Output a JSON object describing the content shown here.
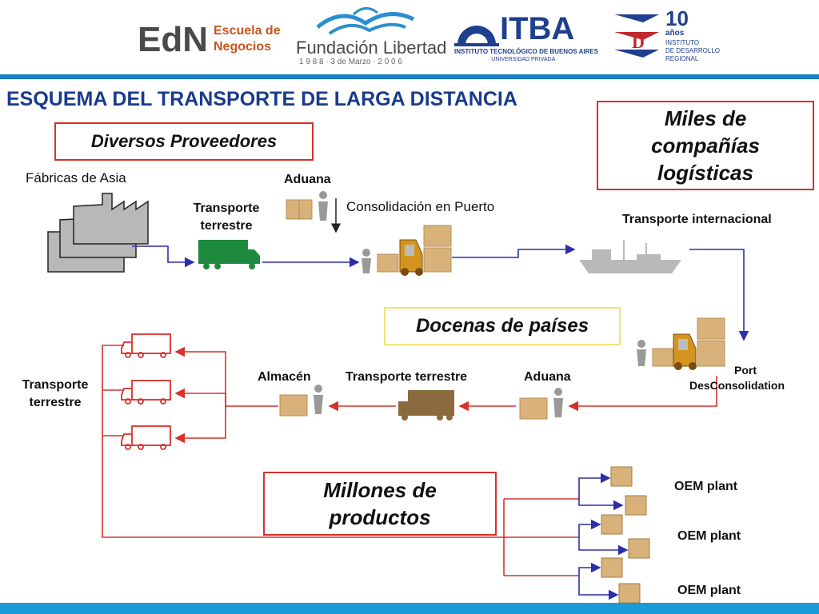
{
  "logos": {
    "edn": {
      "main": "EdN",
      "line1": "Escuela de",
      "line2": "Negocios"
    },
    "fundacion": {
      "name": "Fundación Libertad",
      "date": "1 9 8 8  ·  3 de Marzo  ·  2 0 0 6"
    },
    "itba": {
      "name": "ITBA",
      "subtitle": "INSTITUTO TECNOLÓGICO DE BUENOS AIRES",
      "tagline": "· UNIVERSIDAD PRIVADA ·"
    },
    "idr": {
      "number": "10",
      "years": "años",
      "line1": "INSTITUTO",
      "line2": "DE DESARROLLO",
      "line3": "REGIONAL"
    }
  },
  "title": "ESQUEMA DEL TRANSPORTE DE LARGA DISTANCIA",
  "boxes": {
    "proveedores": "Diversos Proveedores",
    "logisticas": "Miles de compañías logísticas",
    "paises": "Docenas de países",
    "productos": "Millones de productos"
  },
  "labels": {
    "fabricas": "Fábricas de Asia",
    "transporte_terrestre_1": "Transporte terrestre",
    "aduana_1": "Aduana",
    "consolidacion": "Consolidación en Puerto",
    "transporte_internacional": "Transporte internacional",
    "port_line1": "Port",
    "port_line2": "DesConsolidation",
    "aduana_2": "Aduana",
    "transporte_terrestre_2": "Transporte terrestre",
    "almacen": "Almacén",
    "transporte_terrestre_3": "Transporte terrestre",
    "oem_1": "OEM plant",
    "oem_2": "OEM plant",
    "oem_3": "OEM plant"
  },
  "colors": {
    "flow_blue": "#2b2fa8",
    "flow_red": "#d9302a",
    "title_blue": "#1a3b8a",
    "accent_bar": "#1a9ad6",
    "truck_green": "#1e8a3e",
    "box_tan": "#d8b27a"
  }
}
